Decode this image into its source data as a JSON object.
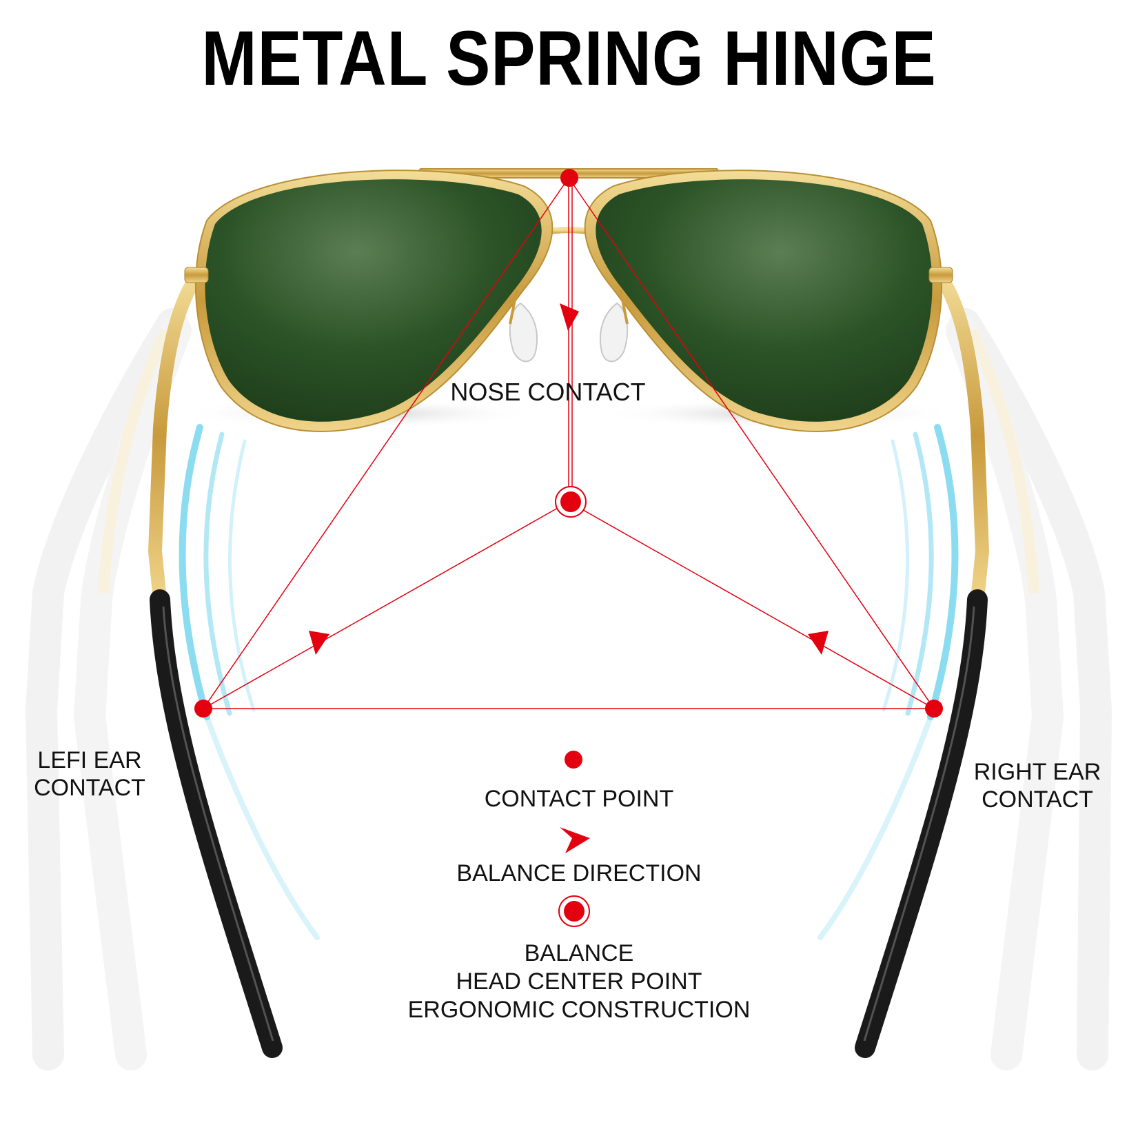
{
  "title": "METAL SPRING HINGE",
  "labels": {
    "nose": "NOSE CONTACT",
    "left_ear_1": "LEFI EAR",
    "left_ear_2": "CONTACT",
    "right_ear_1": "RIGHT EAR",
    "right_ear_2": "CONTACT"
  },
  "legend": {
    "contact_point": "CONTACT POINT",
    "balance_direction": "BALANCE DIRECTION",
    "balance_1": "BALANCE",
    "balance_2": "HEAD CENTER POINT",
    "balance_3": "ERGONOMIC CONSTRUCTION"
  },
  "colors": {
    "accent_red": "#e3000f",
    "lens_green": "#2f5a2a",
    "frame_gold": "#d9b35a",
    "temple_tip": "#1a1a1a",
    "motion_blue": "#7fd8f0"
  }
}
